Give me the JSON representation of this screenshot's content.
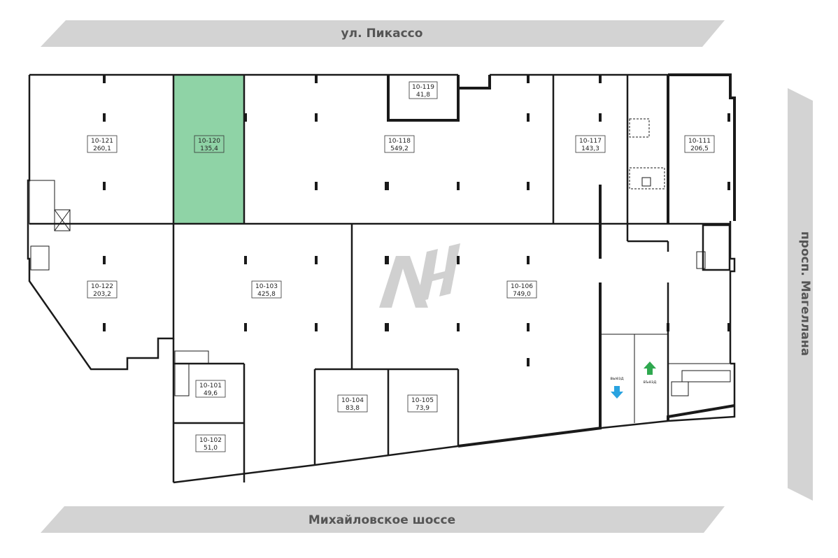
{
  "streets": {
    "top": "ул. Пикассо",
    "bottom": "Михайловское шоссе",
    "right": "просп. Магеллана"
  },
  "exits": {
    "left": "выезд",
    "right": "въезд"
  },
  "colors": {
    "street_band": "#d3d3d3",
    "highlight_fill": "#8fd3a6",
    "watermark": "#cccccc",
    "exit_arrow": "#29a3e0",
    "entry_arrow": "#2fa84f"
  },
  "units": [
    {
      "id": "10-121",
      "area": "260,1"
    },
    {
      "id": "10-120",
      "area": "135,4",
      "highlighted": true
    },
    {
      "id": "10-118",
      "area": "549,2"
    },
    {
      "id": "10-119",
      "area": "41,8"
    },
    {
      "id": "10-117",
      "area": "143,3"
    },
    {
      "id": "10-111",
      "area": "206,5"
    },
    {
      "id": "10-122",
      "area": "203,2"
    },
    {
      "id": "10-103",
      "area": "425,8"
    },
    {
      "id": "10-106",
      "area": "749,0"
    },
    {
      "id": "10-101",
      "area": "49,6"
    },
    {
      "id": "10-102",
      "area": "51,0"
    },
    {
      "id": "10-104",
      "area": "83,8"
    },
    {
      "id": "10-105",
      "area": "73,9"
    }
  ]
}
